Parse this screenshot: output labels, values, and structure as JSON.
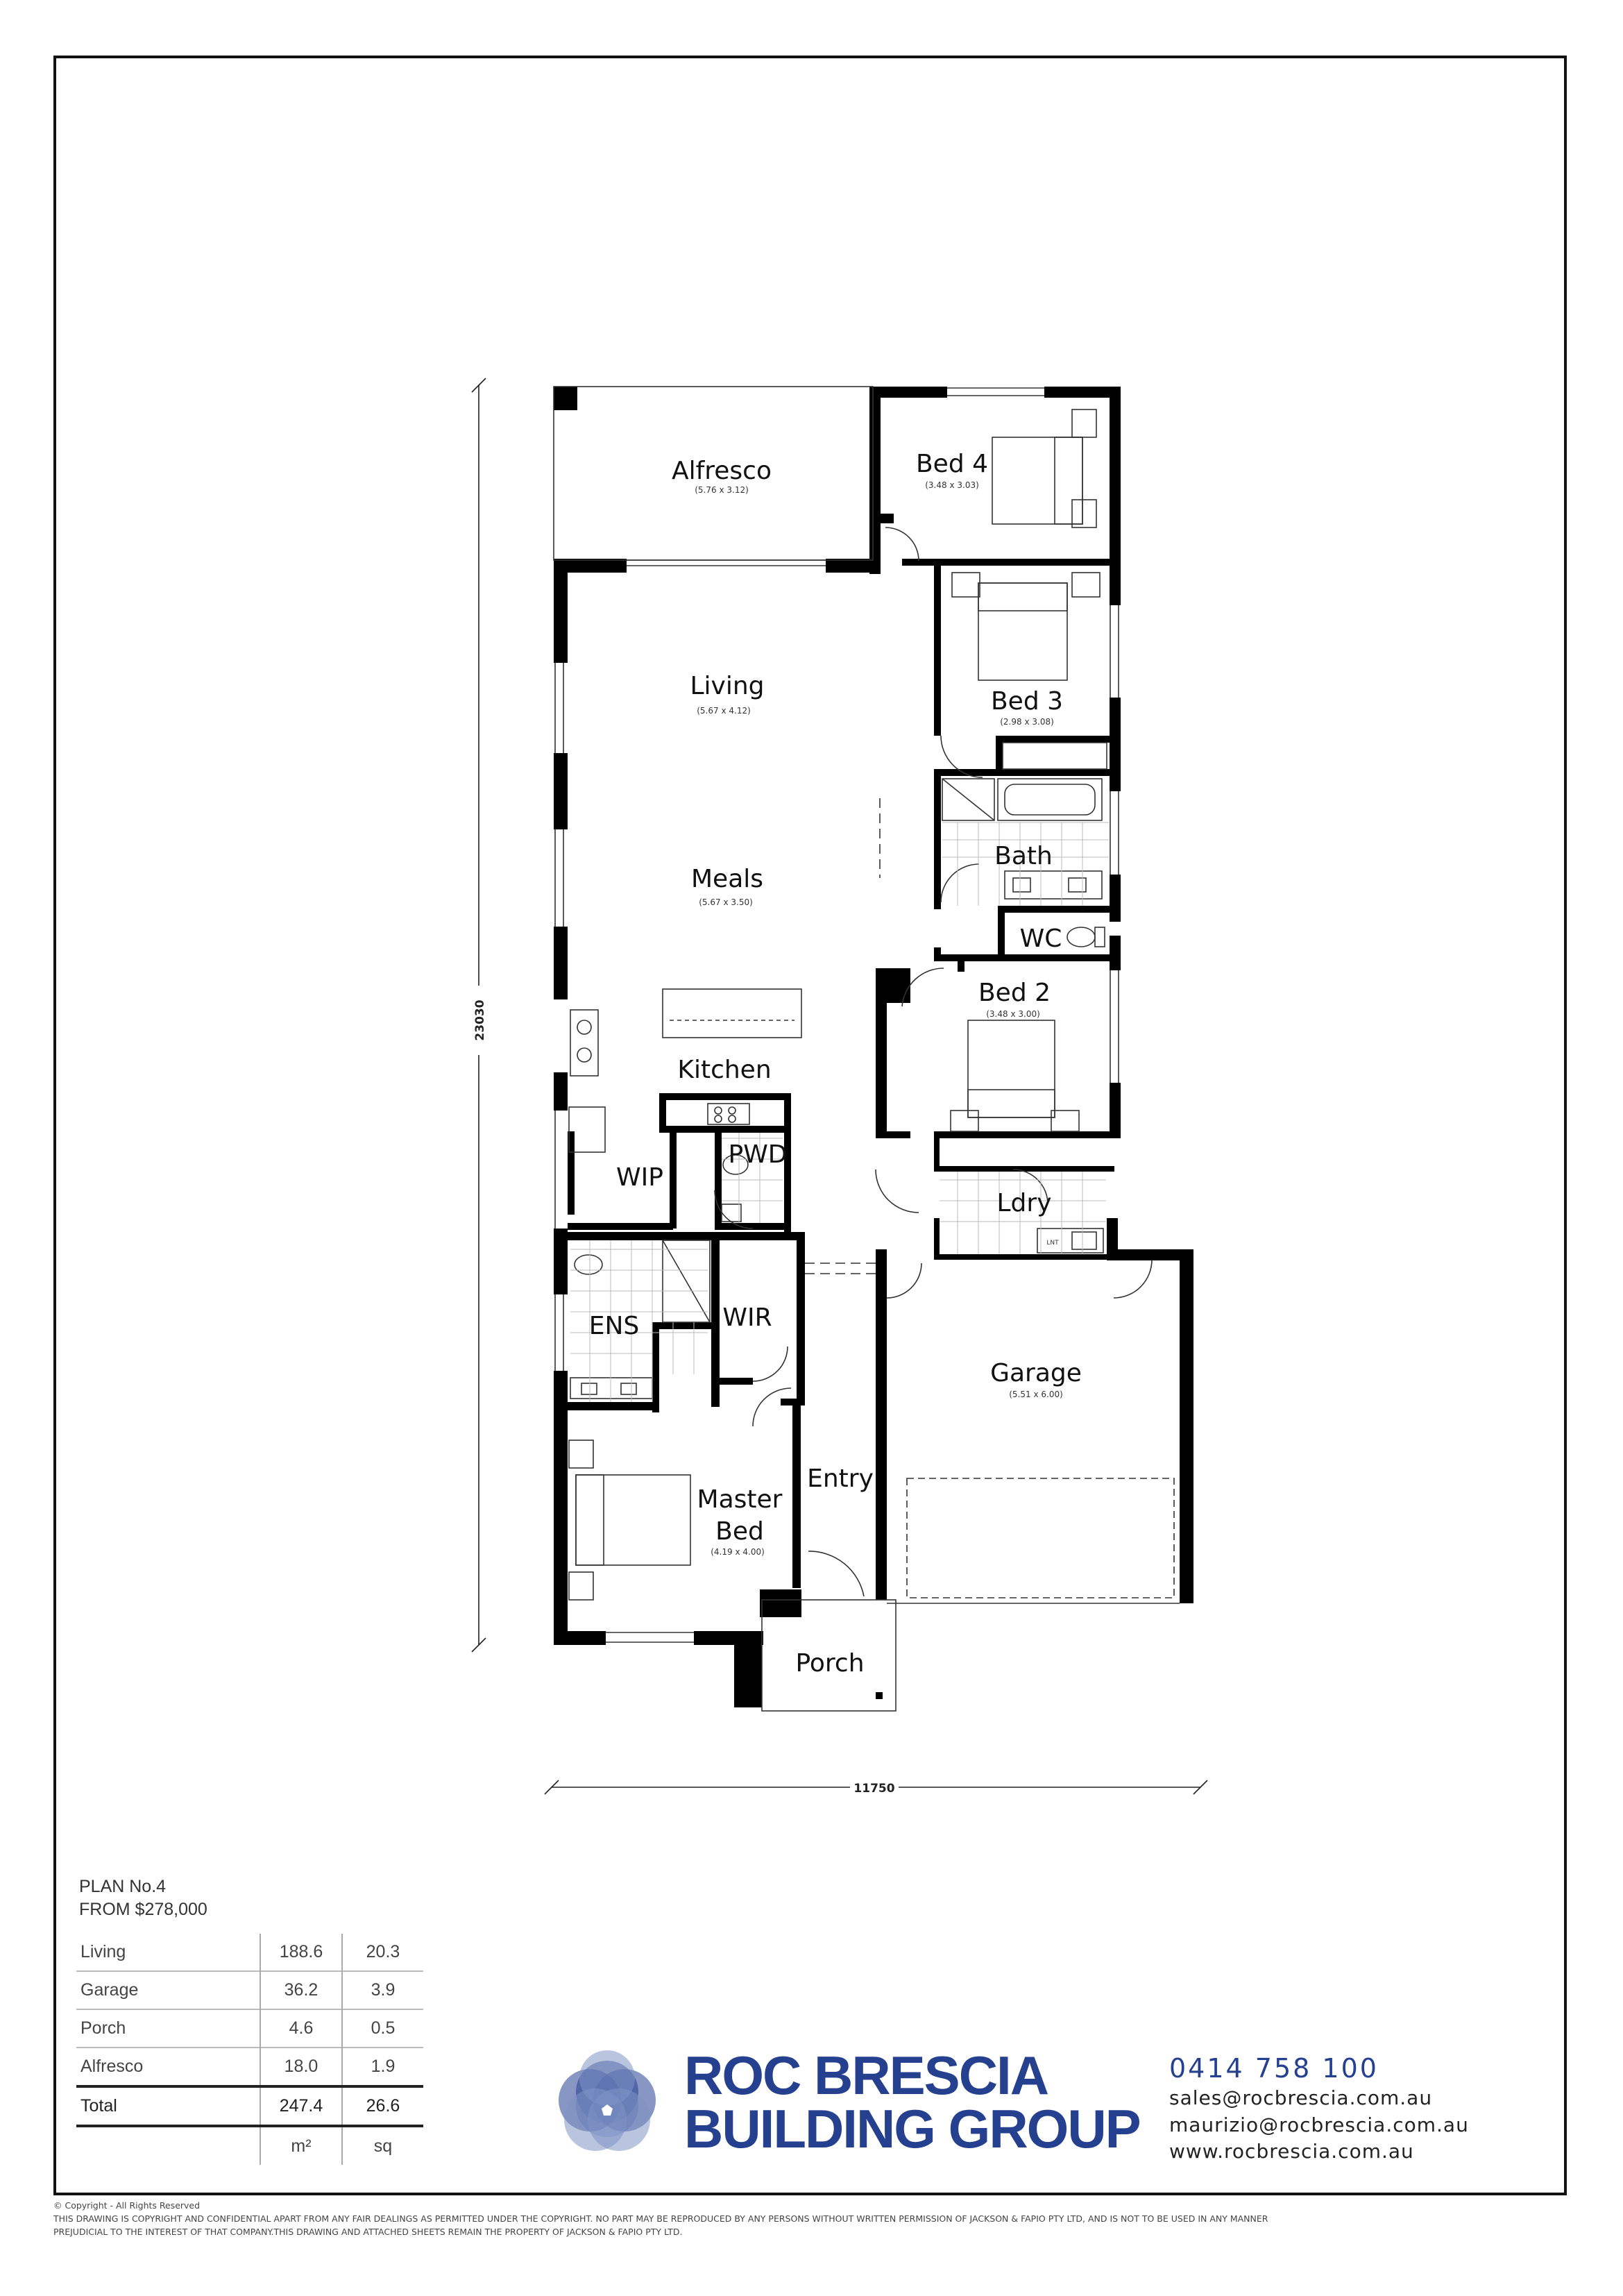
{
  "rooms": [
    {
      "name": "Alfresco",
      "dim": "(5.76 x 3.12)"
    },
    {
      "name": "Bed 4",
      "dim": "(3.48 x 3.03)"
    },
    {
      "name": "Living",
      "dim": "(5.67 x 4.12)"
    },
    {
      "name": "Bed 3",
      "dim": "(2.98 x 3.08)"
    },
    {
      "name": "Bath",
      "dim": ""
    },
    {
      "name": "Meals",
      "dim": "(5.67 x 3.50)"
    },
    {
      "name": "WC",
      "dim": ""
    },
    {
      "name": "Bed 2",
      "dim": "(3.48 x 3.00)"
    },
    {
      "name": "Kitchen",
      "dim": ""
    },
    {
      "name": "PWD",
      "dim": ""
    },
    {
      "name": "WIP",
      "dim": ""
    },
    {
      "name": "Ldry",
      "dim": ""
    },
    {
      "name": "ENS",
      "dim": ""
    },
    {
      "name": "WIR",
      "dim": ""
    },
    {
      "name": "Garage",
      "dim": "(5.51 x 6.00)"
    },
    {
      "name": "Entry",
      "dim": ""
    },
    {
      "name": "Master",
      "dim": ""
    },
    {
      "name": "Bed",
      "dim": "(4.19 x 4.00)"
    },
    {
      "name": "Porch",
      "dim": ""
    }
  ],
  "dimensions": {
    "overall_length": "23030",
    "overall_width": "11750"
  },
  "appliance_labels": {
    "laundry_tub": "LNT"
  },
  "plan": {
    "title": "PLAN No.4",
    "price": "FROM $278,000"
  },
  "schedule": {
    "rows": [
      {
        "label": "Living",
        "m2": "188.6",
        "sq": "20.3"
      },
      {
        "label": "Garage",
        "m2": "36.2",
        "sq": "3.9"
      },
      {
        "label": "Porch",
        "m2": "4.6",
        "sq": "0.5"
      },
      {
        "label": "Alfresco",
        "m2": "18.0",
        "sq": "1.9"
      }
    ],
    "total": {
      "label": "Total",
      "m2": "247.4",
      "sq": "26.6"
    },
    "units": {
      "m2": "m²",
      "sq": "sq"
    }
  },
  "brand": {
    "line1": "ROC BRESCIA",
    "line2": "BUILDING GROUP",
    "logo_color": "#25408f",
    "logo_light": "#7f93c4"
  },
  "contact": {
    "phone": "0414  758  100",
    "email_sales": "sales@rocbrescia.com.au",
    "email_maurizio": "maurizio@rocbrescia.com.au",
    "website": "www.rocbrescia.com.au"
  },
  "copyright": {
    "line1": "© Copyright  -  All Rights Reserved",
    "line2": "THIS DRAWING IS COPYRIGHT AND CONFIDENTIAL APART FROM ANY FAIR DEALINGS AS PERMITTED UNDER THE COPYRIGHT. NO PART MAY BE REPRODUCED BY ANY PERSONS WITHOUT WRITTEN PERMISSION OF JACKSON & FAPIO PTY LTD, AND IS NOT TO BE USED IN ANY MANNER",
    "line3": "PREJUDICIAL TO THE INTEREST OF THAT COMPANY.THIS DRAWING AND ATTACHED SHEETS REMAIN THE PROPERTY OF JACKSON & FAPIO PTY LTD."
  }
}
